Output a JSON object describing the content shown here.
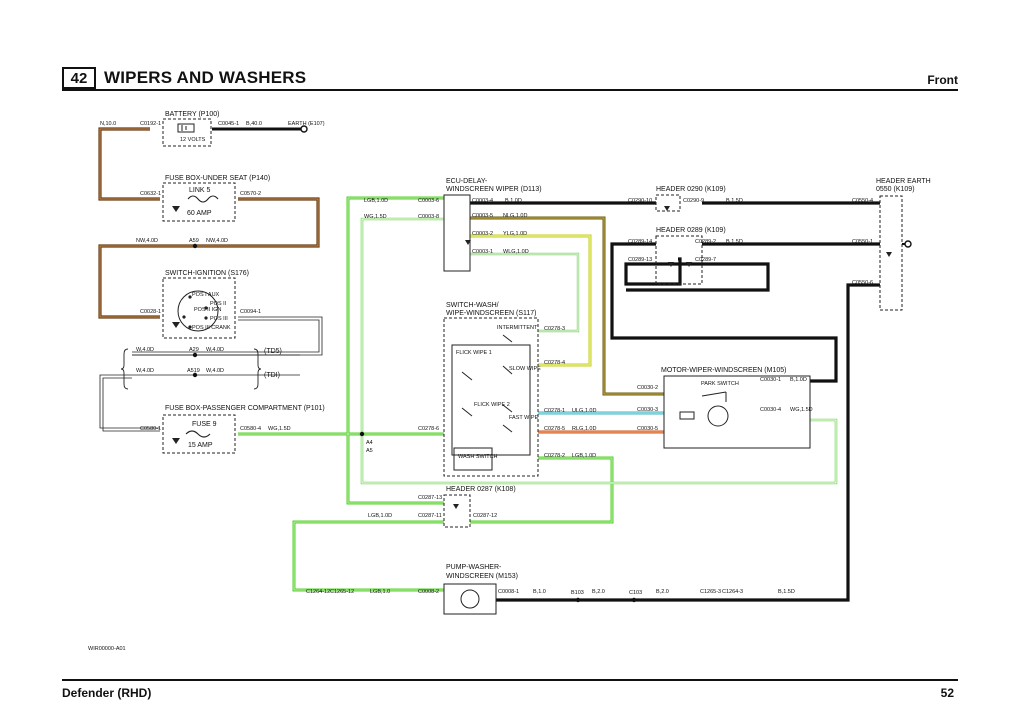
{
  "header": {
    "section_number": "42",
    "title": "WIPERS AND WASHERS",
    "subtitle": "Front"
  },
  "footer": {
    "vehicle": "Defender (RHD)",
    "page_number": "52"
  },
  "figure_code": "WIR00000-A01",
  "components": {
    "battery": "BATTERY (P100)",
    "battery_inner": "12 VOLTS",
    "fuse_box_seat": "FUSE BOX-UNDER SEAT (P140)",
    "link_label": "LINK 5",
    "link_rating": "60 AMP",
    "ignition": "SWITCH-IGNITION (S176)",
    "ignition_positions": [
      "POS I AUX",
      "POS II",
      "POS II IGN",
      "POS III",
      "POS III CRANK"
    ],
    "fuse_box_pass": "FUSE BOX-PASSENGER COMPARTMENT (P101)",
    "fuse_label": "FUSE 9",
    "fuse_rating": "15 AMP",
    "ecu_1": "ECU-DELAY-",
    "ecu_2": "WINDSCREEN WIPER (D113)",
    "switch_1": "SWITCH-WASH/",
    "switch_2": "WIPE-WINDSCREEN (S117)",
    "switch_positions": [
      "INTERMITTENT",
      "FLICK WIPE 1",
      "SLOW WIPE",
      "FLICK WIPE 2",
      "FAST WIPE",
      "WASH SWITCH"
    ],
    "header_0290": "HEADER 0290 (K109)",
    "header_0289": "HEADER 0289 (K109)",
    "header_earth_1": "HEADER EARTH",
    "header_earth_2": "0550 (K109)",
    "motor": "MOTOR-WIPER-WINDSCREEN (M105)",
    "park_switch": "PARK SWITCH",
    "header_0287": "HEADER 0287 (K108)",
    "pump_1": "PUMP-WASHER-",
    "pump_2": "WINDSCREEN (M153)"
  },
  "splices": {
    "a59": "A59",
    "a29": "A29",
    "a519": "A519",
    "a4": "A4",
    "a5": "A5",
    "b103": "B103",
    "c103": "C103"
  },
  "variants": {
    "td5": "(TD5)",
    "tdi": "(TDI)"
  },
  "earth": "EARTH (E107)",
  "connectors": {
    "c0192_1": "C0192-1",
    "c0045_1": "C0045-1",
    "c0632_1": "C0632-1",
    "c0570_2": "C0570-2",
    "c0028_1": "C0028-1",
    "c0094_1": "C0094-1",
    "c0580_1": "C0580-1",
    "c0580_4": "C0580-4",
    "c0003_6": "C0003-6",
    "c0003_8": "C0003-8",
    "c0003_4": "C0003-4",
    "c0003_5": "C0003-5",
    "c0003_2": "C0003-2",
    "c0003_1": "C0003-1",
    "c0290_10": "C0290-10",
    "c0290_9": "C0290-9",
    "c0289_14": "C0289-14",
    "c0289_2": "C0289-2",
    "c0289_13": "C0289-13",
    "c0289_7": "C0289-7",
    "c0550_4": "C0550-4",
    "c0550_1": "C0550-1",
    "c0550_6": "C0550-6",
    "c0278_3": "C0278-3",
    "c0278_4": "C0278-4",
    "c0278_1": "C0278-1",
    "c0278_5": "C0278-5",
    "c0278_6": "C0278-6",
    "c0278_2": "C0278-2",
    "c0030_2": "C0030-2",
    "c0030_3": "C0030-3",
    "c0030_5": "C0030-5",
    "c0030_1": "C0030-1",
    "c0030_4": "C0030-4",
    "c0287_13": "C0287-13",
    "c0287_11": "C0287-11",
    "c0287_12": "C0287-12",
    "c1264_12": "C1264-12",
    "c1265_12": "C1265-12",
    "c0008_2": "C0008-2",
    "c0008_1": "C0008-1",
    "c1265_3": "C1265-3",
    "c1264_3": "C1264-3"
  },
  "wires": {
    "n_10": "N,10.0",
    "b_40": "B,40.0",
    "nw_40a": "NW,4.0D",
    "nw_40b": "NW,4.0D",
    "w_40a": "W,4.0D",
    "w_40b": "W,4.0D",
    "w_40c": "W,4.0D",
    "w_40d": "W,4.0D",
    "wg_15a": "WG,1.5D",
    "lgb_10a": "LGB,1.0D",
    "wg_15b": "WG,1.5D",
    "b_10a": "B,1.0D",
    "nlg_10": "NLG,1.0D",
    "ylg_10": "YLG,1.0D",
    "wlg_10": "WLG,1.0D",
    "b_15a": "B,1.5D",
    "b_15b": "B,1.5D",
    "ulg_10": "ULG,1.0D",
    "rlg_10": "RLG,1.0D",
    "lgb_10b": "LGB,1.0D",
    "b_10b": "B,1.0D",
    "wg_15c": "WG,1.5D",
    "lgb_10c": "LGB,1.0D",
    "lgb_10d": "LGB,1.0",
    "b_10c": "B,1.0",
    "b_20a": "B,2.0",
    "b_20b": "B,2.0",
    "b_15c": "B,1.5D"
  },
  "colors": {
    "brown": "#8a5a2b",
    "green": "#5fd63a",
    "yellow": "#e6ef3c",
    "cyan": "#6ad3df",
    "orange": "#e2702a",
    "olive": "#8a7a1a",
    "black": "#111111"
  }
}
